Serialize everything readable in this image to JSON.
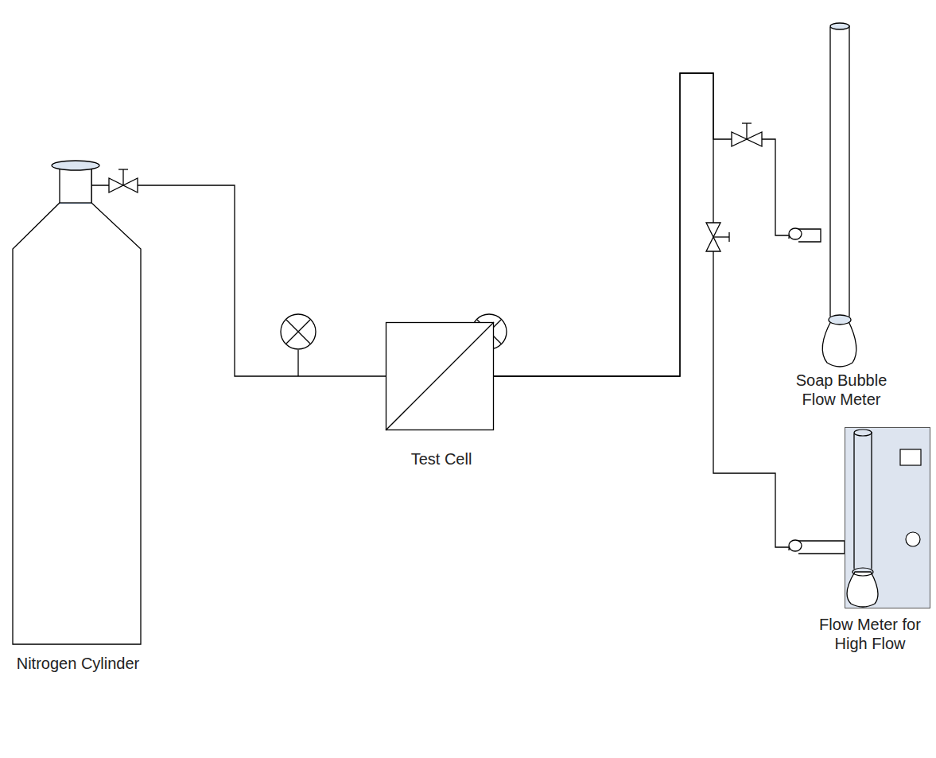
{
  "diagram": {
    "nodes": [
      {
        "text": [
          "Nitrogen Cylinder"
        ]
      },
      {
        "text": [
          "Test Cell"
        ]
      },
      {
        "text": [
          "Soap Bubble Flow Meter"
        ]
      },
      {
        "text": [
          "Flow Meter for High Flow"
        ]
      }
    ],
    "edges": [
      {
        "from": 0,
        "to": 1,
        "arrow": "none"
      },
      {
        "from": 1,
        "to": 2,
        "arrow": "none"
      },
      {
        "from": 1,
        "to": 3,
        "arrow": "none"
      }
    ]
  }
}
